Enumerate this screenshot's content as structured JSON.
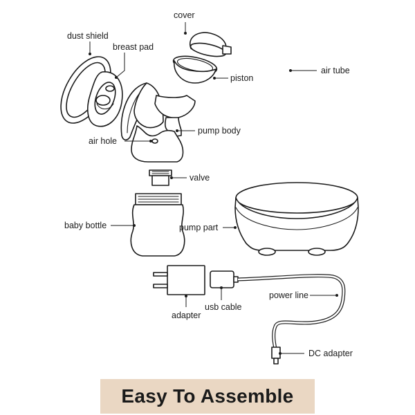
{
  "labels": {
    "cover": "cover",
    "dust_shield": "dust shield",
    "breast_pad": "breast pad",
    "piston": "piston",
    "air_tube": "air tube",
    "pump_body": "pump body",
    "air_hole": "air hole",
    "valve": "valve",
    "baby_bottle": "baby bottle",
    "pump_part": "pump part",
    "adapter": "adapter",
    "usb_cable": "usb cable",
    "power_line": "power line",
    "dc_adapter": "DC adapter"
  },
  "banner": {
    "text": "Easy To Assemble",
    "background": "#ead7c3"
  },
  "colors": {
    "stroke": "#1a1a1a",
    "fill": "#ffffff"
  }
}
